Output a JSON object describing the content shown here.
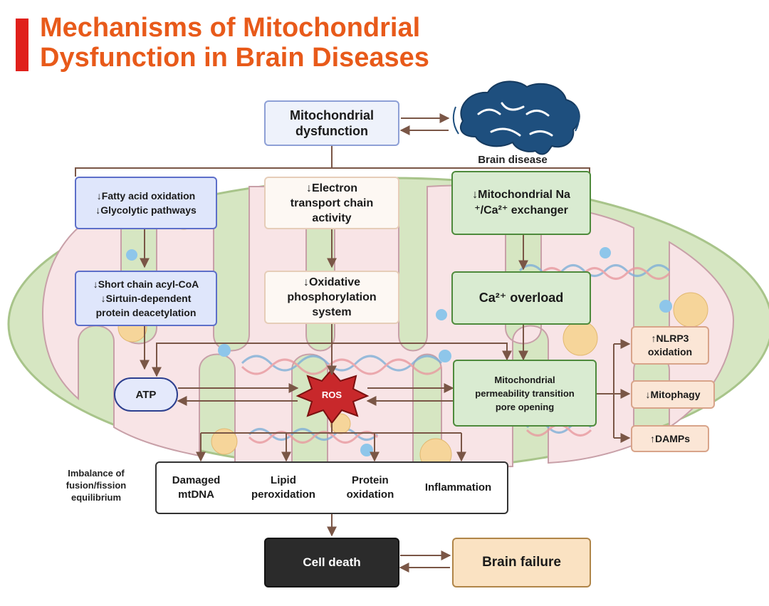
{
  "title": {
    "line1": "Mechanisms of Mitochondrial",
    "line2": "Dysfunction in Brain Diseases"
  },
  "colors": {
    "title_text": "#e85a1a",
    "title_bar": "#e0201b",
    "mito_outer": "#d7e6c3",
    "mito_inner": "#f7e3e4",
    "arrow": "#7a5646"
  },
  "icons": {
    "brain": "brain-icon",
    "ros": "ros-starburst-icon"
  },
  "nodes": {
    "mito_dysfunction": [
      "Mitochondrial",
      "dysfunction"
    ],
    "brain_disease": "Brain disease",
    "fatty_acid": [
      "↓Fatty acid oxidation",
      "↓Glycolytic pathways"
    ],
    "electron_transport": [
      "↓Electron",
      "transport chain",
      "activity"
    ],
    "na_ca_exchanger": [
      "↓Mitochondrial Na",
      "⁺/Ca²⁺ exchanger"
    ],
    "short_chain": [
      "↓Short chain acyl-CoA",
      "↓Sirtuin-dependent",
      "protein deacetylation"
    ],
    "oxidative_phos": [
      "↓Oxidative",
      "phosphorylation",
      "system"
    ],
    "ca_overload": "Ca²⁺ overload",
    "atp": "ATP",
    "ros": "ROS",
    "mptp": [
      "Mitochondrial",
      "permeability transition",
      "pore opening"
    ],
    "nlrp3": [
      "↑NLRP3",
      "oxidation"
    ],
    "mitophagy": "↓Mitophagy",
    "damps": "↑DAMPs",
    "imbalance": [
      "Imbalance of",
      "fusion/fission",
      "equilibrium"
    ],
    "damaged_mtdna": [
      "Damaged",
      "mtDNA"
    ],
    "lipid_perox": [
      "Lipid",
      "peroxidation"
    ],
    "protein_ox": [
      "Protein",
      "oxidation"
    ],
    "inflammation": "Inflammation",
    "cell_death": "Cell death",
    "brain_failure": "Brain failure"
  }
}
